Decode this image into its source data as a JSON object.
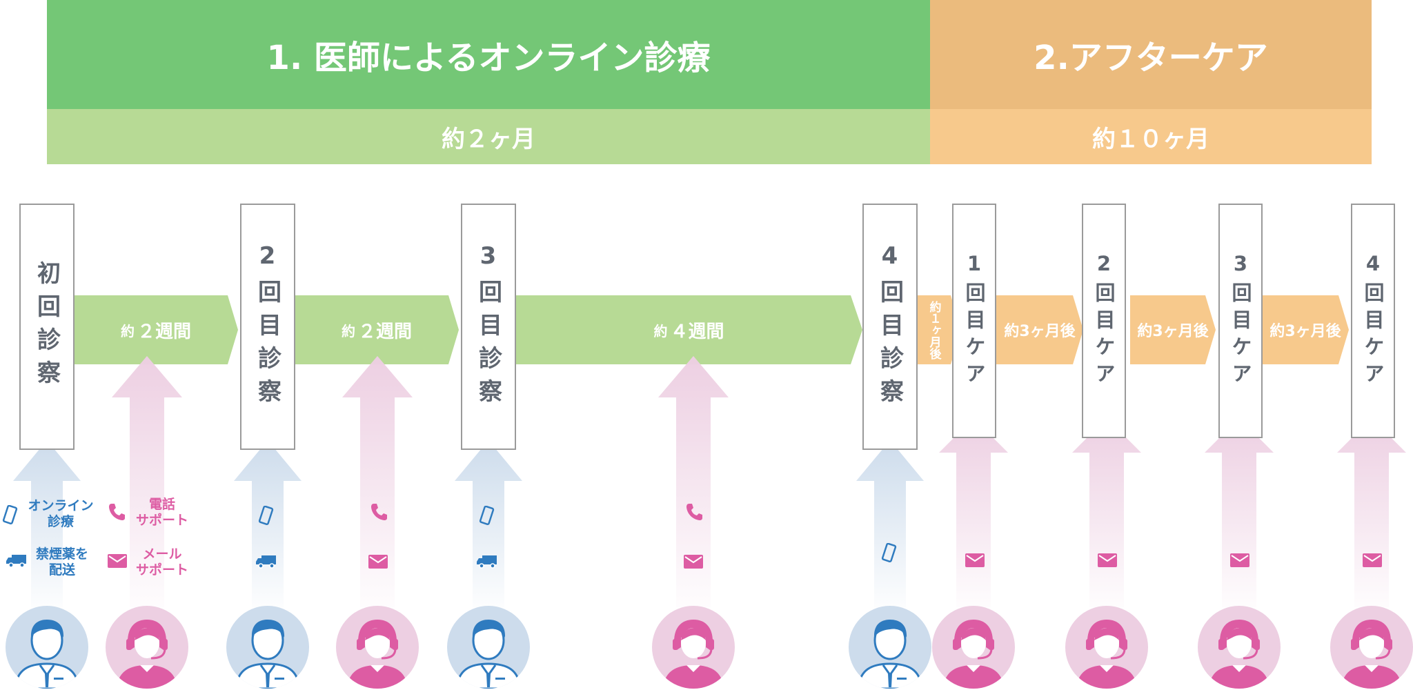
{
  "phases": [
    {
      "title": "1. 医師によるオンライン診療",
      "duration": "約２ヶ月",
      "title_color": "#74c776",
      "sub_color": "#b7da95"
    },
    {
      "title": "2.アフターケア",
      "duration": "約１０ヶ月",
      "title_color": "#ebbb7d",
      "sub_color": "#f7c98c"
    }
  ],
  "steps": [
    {
      "label": "初回診察"
    },
    {
      "label": "2回目診察"
    },
    {
      "label": "3回目診察"
    },
    {
      "label": "4回目診察"
    },
    {
      "label": "1回目ケア"
    },
    {
      "label": "2回目ケア"
    },
    {
      "label": "3回目ケア"
    },
    {
      "label": "4回目ケア"
    }
  ],
  "intervals": [
    {
      "prefix": "約",
      "value": "２週間"
    },
    {
      "prefix": "約",
      "value": "２週間"
    },
    {
      "prefix": "約",
      "value": "４週間"
    },
    {
      "label": "約１ヶ月後"
    },
    {
      "label": "約3ヶ月後"
    },
    {
      "label": "約3ヶ月後"
    },
    {
      "label": "約3ヶ月後"
    }
  ],
  "legend": {
    "online": "オンライン\n診療",
    "delivery": "禁煙薬を\n配送",
    "phone": "電話\nサポート",
    "mail": "メール\nサポート"
  },
  "icons": {
    "doctor": "doctor-avatar",
    "support": "support-operator-avatar",
    "phone": "phone-icon",
    "smartphone": "smartphone-icon",
    "truck": "truck-icon",
    "mail": "mail-icon"
  },
  "colors": {
    "green": "#b7da95",
    "orange": "#f7c98c",
    "blue_arrow": "#cddcec",
    "pink_arrow": "#edcfe2",
    "blue": "#2f7bbf",
    "pink": "#dd5ca3"
  }
}
